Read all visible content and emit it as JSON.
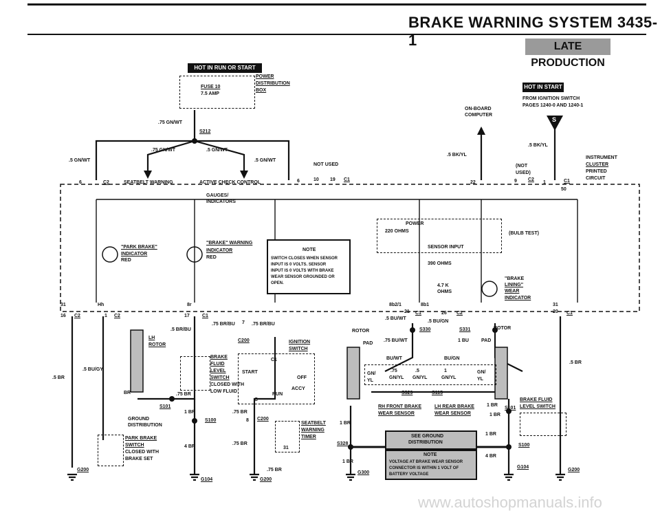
{
  "header": {
    "title": "BRAKE WARNING SYSTEM  3435-1",
    "subtitle": "LATE PRODUCTION"
  },
  "power": {
    "hot_run_start": "HOT IN RUN OR START",
    "fuse": "FUSE 10",
    "fuse_amp": "7.5 AMP",
    "dist_box_1": "POWER",
    "dist_box_2": "DISTRIBUTION",
    "dist_box_3": "BOX",
    "hot_start": "HOT IN START",
    "from_ign_1": "FROM IGNITION SWITCH",
    "from_ign_2": "PAGES 1240-0 AND 1240-1",
    "obc_1": "ON-BOARD",
    "obc_2": "COMPUTER",
    "s_marker": "S"
  },
  "wires": {
    "w75gnwt_a": ".75 GN/WT",
    "s212": "S212",
    "w75gnwt_b": ".75 GN/WT",
    "w5gnwt_a": ".5 GN/WT",
    "w5gnwt_b": ".5 GN/WT",
    "w5gnwt_c": ".5 GN/WT",
    "w5bkyl_a": ".5 BK/YL",
    "w5bkyl_b": ".5 BK/YL",
    "w5bugy": ".5 BU/GY",
    "w5br_a": ".5 BR",
    "w5br_b": ".5 BR",
    "w5brbu": ".5 BR/BU",
    "w75brbu_a": ".75 BR/BU",
    "w75brbu_b": ".75 BR/BU",
    "seven": "7",
    "w5bugn": ".5 BU/GN",
    "w5buwt_a": ".5 BU/WT",
    "w75buwt": ".75 BU/WT",
    "w1bu": "1 BU",
    "buwt": "BU/WT",
    "bugn": "BU/GN",
    "w75br_a": ".75 BR",
    "w75br_b": ".75 BR",
    "w75br_c": ".75 BR",
    "w75br_d": ".75 BR",
    "w1br_a": "1 BR",
    "w1br_b": "1 BR",
    "w1br_c": "1 BR",
    "w1br_d": "1 BR",
    "w1br_e": "1 BR",
    "w1br_f": "1 BR",
    "w4br_a": "4 BR",
    "w4br_b": "4 BR",
    "br": "BR"
  },
  "connectors": {
    "c6": "6",
    "c2a": "C2",
    "seatbelt": "SEATBELT WARNING",
    "active_check": "ACTIVE CHECK CONTROL",
    "not_used_a": "NOT USED",
    "n6": "6",
    "n10": "10",
    "n19": "19",
    "c1a": "C1",
    "n22": "22",
    "not_used_b": "(NOT",
    "used_b": "USED)",
    "n9": "9",
    "c2b": "C2",
    "n1": "1",
    "c1b": "C1",
    "n50": "50",
    "inst_1": "INSTRUMENT",
    "inst_2": "CLUSTER",
    "inst_3": "PRINTED",
    "inst_4": "CIRCUIT",
    "n31a": "31",
    "hl": "Hh",
    "n8": "8r",
    "n16": "16",
    "c2c": "C2",
    "n1b": "1",
    "c2d": "C2",
    "n17": "17",
    "c1c": "C1",
    "n8b2": "8b2/1",
    "n8b1": "8b1",
    "n21": "21",
    "c1d": "C1",
    "n26": "26",
    "c2e": "C2",
    "n31b": "31",
    "n20": "20",
    "c1e": "C1",
    "c200": "C200",
    "c200b": "C200",
    "n8c": "8",
    "n31c": "31"
  },
  "cluster": {
    "gauges_1": "GAUGES/",
    "gauges_2": "INDICATORS",
    "pb_1": "\"PARK BRAKE\"",
    "pb_2": "INDICATOR",
    "pb_3": "RED",
    "bw_1": "\"BRAKE\" WARNING",
    "bw_2": "INDICATOR",
    "bw_3": "RED",
    "ohm220": "220 OHMS",
    "power": "POWER",
    "bulbtest": "(BULB TEST)",
    "sensor_input": "SENSOR INPUT",
    "ohm390": "390 OHMS",
    "ohm47_1": "4.7 K",
    "ohm47_2": "OHMS",
    "bl_1": "\"BRAKE",
    "bl_2": "LINING\"",
    "bl_3": "WEAR",
    "bl_4": "INDICATOR",
    "note_title": "NOTE",
    "note_1": "SWITCH CLOSES WHEN SENSOR",
    "note_2": "INPUT IS 0 VOLTS. SENSOR",
    "note_3": "INPUT IS 0 VOLTS WITH BRAKE",
    "note_4": "WEAR SENSOR GROUNDED OR",
    "note_5": "OPEN."
  },
  "components": {
    "lh_rotor_1": "LH",
    "lh_rotor_2": "ROTOR",
    "bfl_1": "BRAKE",
    "bfl_2": "FLUID",
    "bfl_3": "LEVEL",
    "bfl_4": "SWITCH",
    "bfl_5": "CLOSED WITH",
    "bfl_6": "LOW FLUID",
    "ign_1": "IGNITION",
    "ign_2": "SWITCH",
    "ign_start": "START",
    "ign_off": "OFF",
    "ign_accy": "ACCY",
    "ign_run": "RUN",
    "ign_c1": "C1",
    "ign_c": "C",
    "s101a": "S101",
    "s100a": "S100",
    "gd_1": "GROUND",
    "gd_2": "DISTRIBUTION",
    "pbs_1": "PARK BRAKE",
    "pbs_2": "SWITCH",
    "pbs_3": "CLOSED WITH",
    "pbs_4": "BRAKE SET",
    "sbt_1": "SEATBELT",
    "sbt_2": "WARNING",
    "sbt_3": "TIMER",
    "g200a": "G200",
    "g104a": "G104",
    "g200b": "G200",
    "rotor_a": "ROTOR",
    "pad_a": "PAD",
    "rotor_b": "ROTOR",
    "pad_b": "PAD",
    "s330": "S330",
    "s331": "S331",
    "gnyl_1": "GN/",
    "gnyl_2": "YL",
    "v75": ".75",
    "v5": ".5",
    "v1": "1",
    "gnyl_a": "GN/YL",
    "gnyl_b": "GN/YL",
    "gnyl_c": "GN/YL",
    "gnyl_d1": "GN/",
    "gnyl_d2": "YL",
    "s329": "S329",
    "s115": "S115",
    "rhf_1": "RH FRONT BRAKE",
    "rhf_2": "WEAR SENSOR",
    "lhr_1": "LH REAR BRAKE",
    "lhr_2": "WEAR SENSOR",
    "bfls_1": "BRAKE FLUID",
    "bfls_2": "LEVEL SWITCH",
    "s101b": "S101",
    "s100b": "S100",
    "see_1": "SEE GROUND",
    "see_2": "DISTRIBUTION",
    "s328": "S328",
    "note2_title": "NOTE",
    "note2_1": "VOLTAGE AT BRAKE WEAR SENSOR",
    "note2_2": "CONNECTOR IS WITHIN 1 VOLT OF",
    "note2_3": "BATTERY VOLTAGE",
    "g300": "G300",
    "g104b": "G104",
    "g200c": "G200"
  },
  "watermark": "www.autoshopmanuals.info"
}
